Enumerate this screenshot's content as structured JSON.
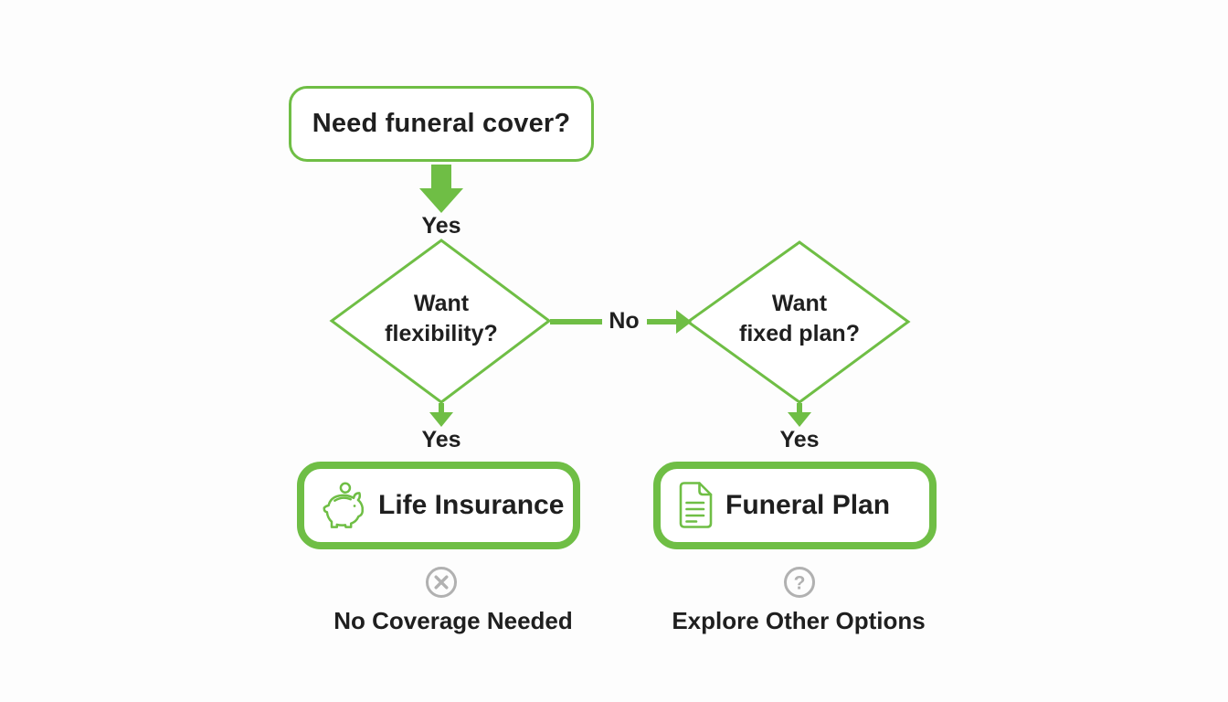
{
  "colors": {
    "accent_green": "#6fbe45",
    "text_dark": "#1f1f1f",
    "icon_gray": "#b1b1b1",
    "node_fill": "#ffffff",
    "background": "#fdfdfd"
  },
  "glyphs": {
    "question_mark": "?"
  },
  "flowchart": {
    "start": {
      "label": "Need funeral cover?"
    },
    "decisions": {
      "flexibility": {
        "line1": "Want",
        "line2": "flexibility?"
      },
      "fixed_plan": {
        "line1": "Want",
        "line2": "fixed plan?"
      }
    },
    "edges": {
      "start_to_flexibility": "Yes",
      "flexibility_to_fixed_plan": "No",
      "flexibility_to_life_insurance": "Yes",
      "fixed_plan_to_funeral_plan": "Yes"
    },
    "outcomes": {
      "life_insurance": {
        "label": "Life Insurance",
        "icon": "piggy-bank-icon"
      },
      "funeral_plan": {
        "label": "Funeral Plan",
        "icon": "document-icon"
      }
    },
    "footnotes": {
      "no_coverage": {
        "label": "No Coverage Needed",
        "icon": "x-circle-icon"
      },
      "explore_options": {
        "label": "Explore Other Options",
        "icon": "question-circle-icon"
      }
    }
  }
}
